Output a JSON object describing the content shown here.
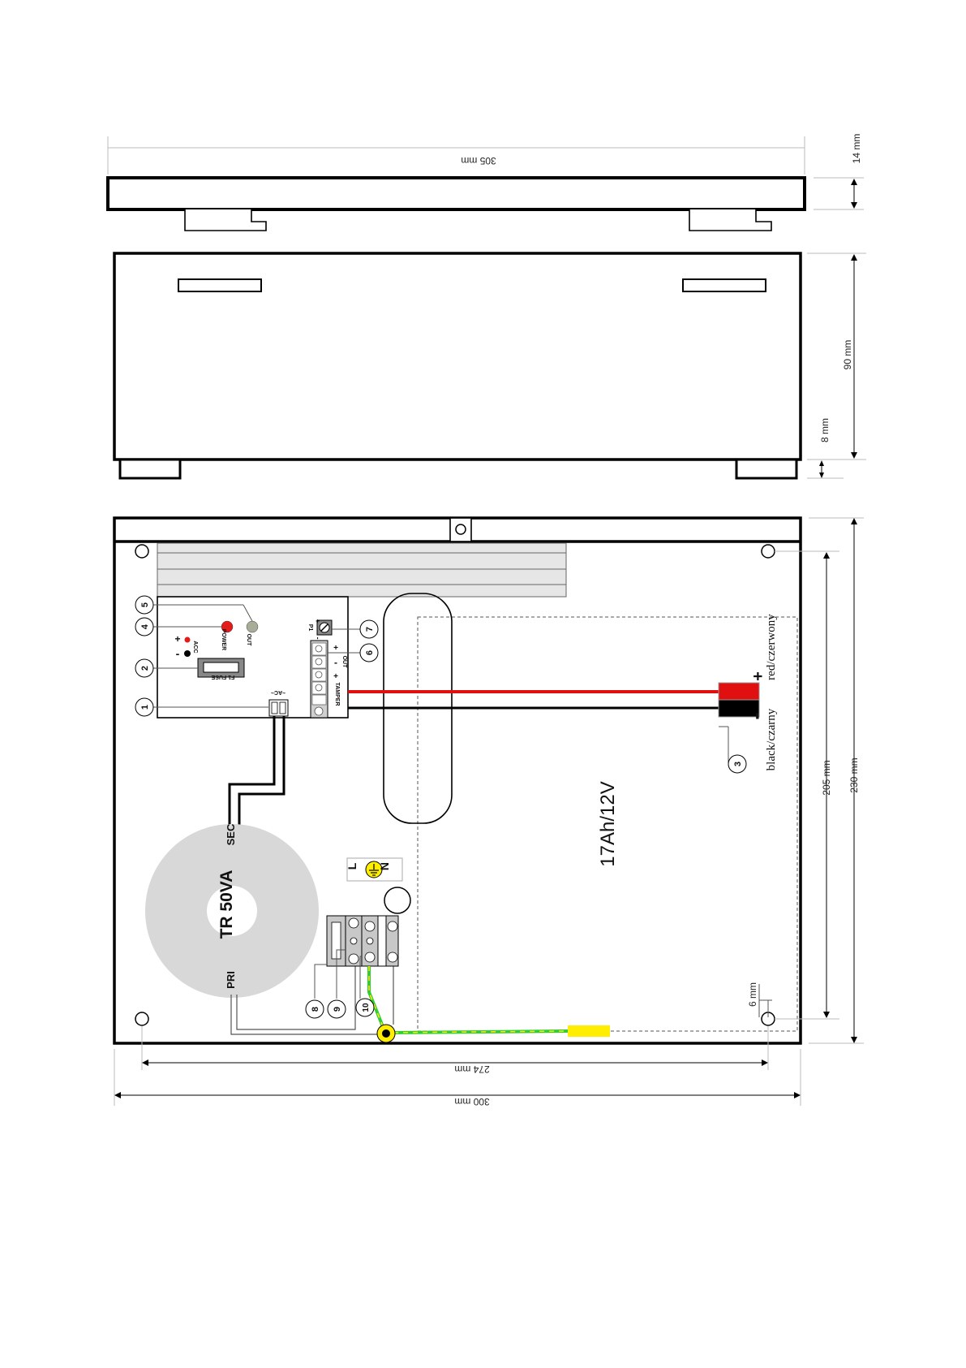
{
  "dimensions": {
    "top_width": "305 mm",
    "top_height": "14 mm",
    "side_height": "90 mm",
    "foot_height": "8 mm",
    "front_height_inner": "205 mm",
    "front_height_outer": "230 mm",
    "front_width_inner": "274 mm",
    "front_width_outer": "300 mm",
    "hole_offset": "6 mm"
  },
  "components": {
    "transformer": "TR 50VA",
    "sec": "SEC",
    "pri": "PRI",
    "battery": "17Ah/12V",
    "fuse": "F1 FUSE",
    "ac": "~AC~",
    "power": "POWER",
    "out_led": "OUT",
    "acc": "ACC",
    "tamper": "TAMPER",
    "out_term": "OUT",
    "p1": "P1",
    "plus": "+",
    "minus": "-",
    "mains_l": "L",
    "mains_n": "N",
    "red_wire": "red/czerwony",
    "black_wire": "black/czarny"
  },
  "callouts": [
    "1",
    "2",
    "3",
    "4",
    "5",
    "6",
    "7",
    "8",
    "9",
    "10"
  ],
  "colors": {
    "red_wire": "#e01010",
    "black_wire": "#000000",
    "ground_green": "#33cc33",
    "ground_yellow": "#ffee00",
    "led_red": "#e31b1b",
    "led_grey": "#a8ad98",
    "heatsink": "#e6e6e6",
    "transformer": "#d8d8d8"
  }
}
